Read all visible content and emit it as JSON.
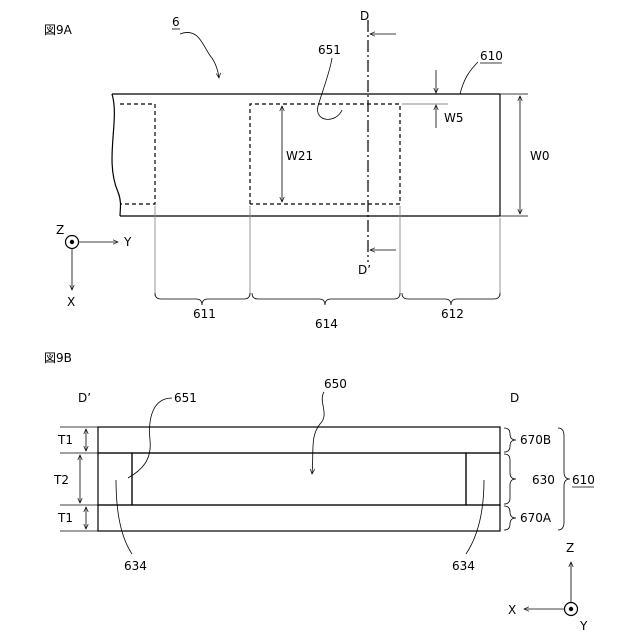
{
  "figure_9a": {
    "caption": "図9A",
    "ref_device": "6",
    "ref_body": "610",
    "ref_recess": "651",
    "section_top": "D",
    "section_bottom": "D’",
    "dim_w5": "W5",
    "dim_w21": "W21",
    "dim_w0": "W0",
    "region_left": "611",
    "region_center": "614",
    "region_right": "612",
    "axis_z": "Z",
    "axis_y": "Y",
    "axis_x": "X"
  },
  "figure_9b": {
    "caption": "図9B",
    "end_left": "D’",
    "end_right": "D",
    "ref_recess": "651",
    "ref_cavity": "650",
    "dim_t1_top": "T1",
    "dim_t2": "T2",
    "dim_t1_bottom": "T1",
    "layer_top": "670B",
    "layer_middle": "630",
    "layer_bottom": "670A",
    "ref_body": "610",
    "ref_wall_left": "634",
    "ref_wall_right": "634",
    "axis_z": "Z",
    "axis_x": "X",
    "axis_y": "Y"
  }
}
